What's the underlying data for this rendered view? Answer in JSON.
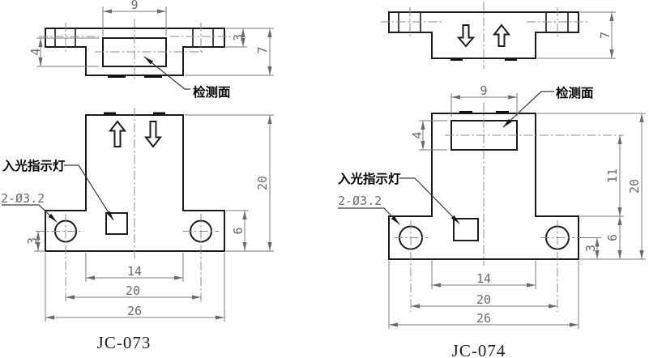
{
  "drawings": [
    {
      "model": "JC-073",
      "callouts": {
        "detection_face": "检测面",
        "light_indicator": "入光指示灯",
        "mounting_holes": "2-Ø3.2"
      },
      "dimensions": {
        "window_width": "9",
        "window_height": "4",
        "tab_height": "3",
        "body_depth": "7",
        "overall_height": "20",
        "ear_height": "6",
        "hole_to_bottom": "3",
        "slot_width": "14",
        "hole_spacing": "20",
        "overall_width": "26"
      }
    },
    {
      "model": "JC-074",
      "callouts": {
        "detection_face": "检测面",
        "light_indicator": "入光指示灯",
        "mounting_holes": "2-Ø3.2"
      },
      "dimensions": {
        "body_depth": "7",
        "window_width": "9",
        "window_height": "4",
        "window_center_to_ear": "11",
        "overall_height": "20",
        "ear_height": "6",
        "hole_to_bottom": "3",
        "slot_width": "14",
        "hole_spacing": "20",
        "overall_width": "26"
      }
    }
  ]
}
